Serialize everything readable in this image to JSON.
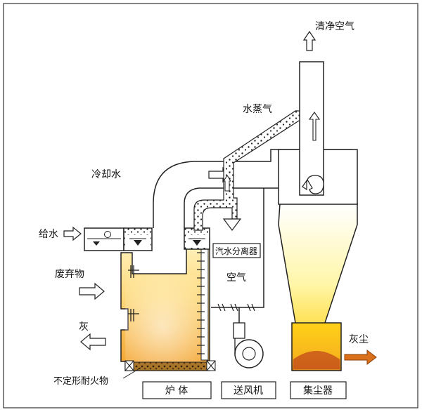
{
  "labels": {
    "clean_air": "清净空气",
    "steam": "水蒸气",
    "cooling_water": "冷却水",
    "feed_water": "给水",
    "waste": "废弃物",
    "ash": "灰",
    "refractory": "不定形耐火物",
    "separator": "汽水分离器",
    "air": "空气",
    "dust": "灰尘"
  },
  "captions": [
    "炉 体",
    "送风机",
    "集尘器"
  ],
  "colors": {
    "dust_arrow": "#d9701c",
    "line": "#222222"
  }
}
